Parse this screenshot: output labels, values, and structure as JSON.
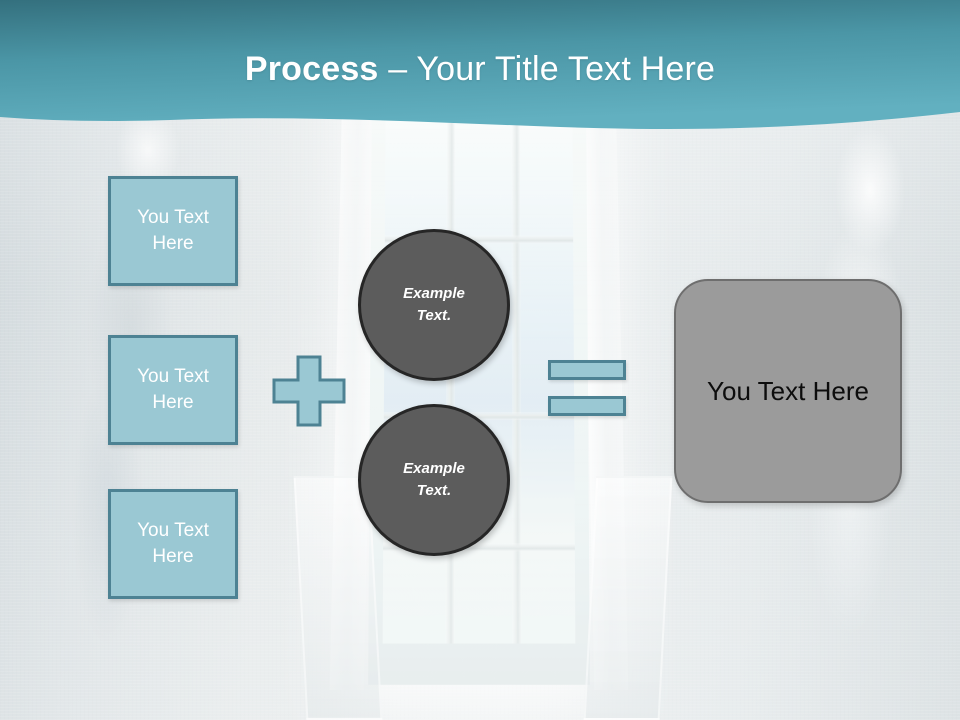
{
  "slide": {
    "title": {
      "bold_part": "Process",
      "rest_part": " – Your Title Text Here",
      "full": "Process – Your Title Text Here"
    },
    "theme": {
      "header_gradient_top": "#35717F",
      "header_gradient_bottom": "#5FAEBF",
      "accent_fill": "#9AC8D3",
      "accent_border": "#4D8293",
      "circle_fill": "#5C5C5C",
      "circle_border": "#262626",
      "result_fill": "#9B9B9B",
      "result_border": "#6E6E6E",
      "title_color": "#FFFFFF",
      "box_text_color": "#FFFFFF",
      "result_text_color": "#0D0D0D"
    },
    "input_boxes": [
      {
        "label": "You Text\nHere",
        "line1": "You Text",
        "line2": "Here"
      },
      {
        "label": "You Text\nHere",
        "line1": "You Text",
        "line2": "Here"
      },
      {
        "label": "You Text\nHere",
        "line1": "You Text",
        "line2": "Here"
      }
    ],
    "operators": {
      "plus": "+",
      "equals": "="
    },
    "circles": [
      {
        "line1": "Example",
        "line2": "Text."
      },
      {
        "line1": "Example",
        "line2": "Text."
      }
    ],
    "result": {
      "label": "You Text Here"
    }
  }
}
